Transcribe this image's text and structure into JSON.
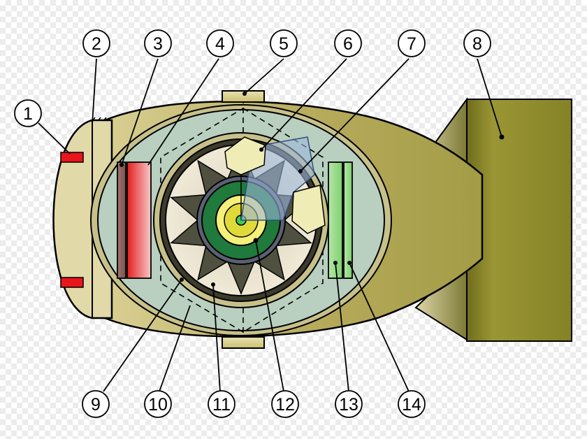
{
  "callouts": [
    {
      "id": "1",
      "label": "1"
    },
    {
      "id": "2",
      "label": "2"
    },
    {
      "id": "3",
      "label": "3"
    },
    {
      "id": "4",
      "label": "4"
    },
    {
      "id": "5",
      "label": "5"
    },
    {
      "id": "6",
      "label": "6"
    },
    {
      "id": "7",
      "label": "7"
    },
    {
      "id": "8",
      "label": "8"
    },
    {
      "id": "9",
      "label": "9"
    },
    {
      "id": "10",
      "label": "10"
    },
    {
      "id": "11",
      "label": "11"
    },
    {
      "id": "12",
      "label": "12"
    },
    {
      "id": "13",
      "label": "13"
    },
    {
      "id": "14",
      "label": "14"
    }
  ],
  "colors": {
    "casing": "#c0b46a",
    "casing_dark": "#9c9447",
    "tail_box": "#8c8a2a",
    "lens_zone": "#b9cfbf",
    "tamper": "#3d3b2c",
    "explosive": "#e8e0c8",
    "core_green": "#1f7a3c",
    "core_yellow": "#f5f07a",
    "nose_plate": "#e2d9a8",
    "antenna_red": "#e8151b",
    "red_block": "#e23a3a",
    "brown_block": "#9b6a66",
    "green_plate": "#9fd98b"
  }
}
